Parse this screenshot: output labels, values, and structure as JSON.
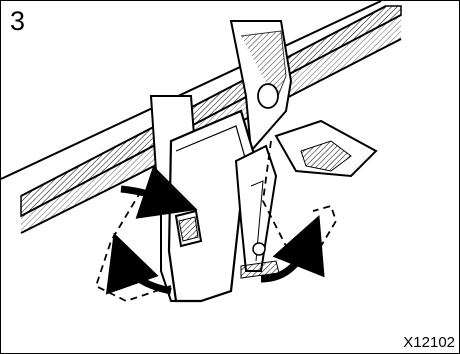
{
  "step_number": "3",
  "figure_code": "X12102",
  "illustration": {
    "icon": "seat-belt-buckle-release-illustration",
    "line_color": "#000000",
    "background": "#ffffff"
  }
}
